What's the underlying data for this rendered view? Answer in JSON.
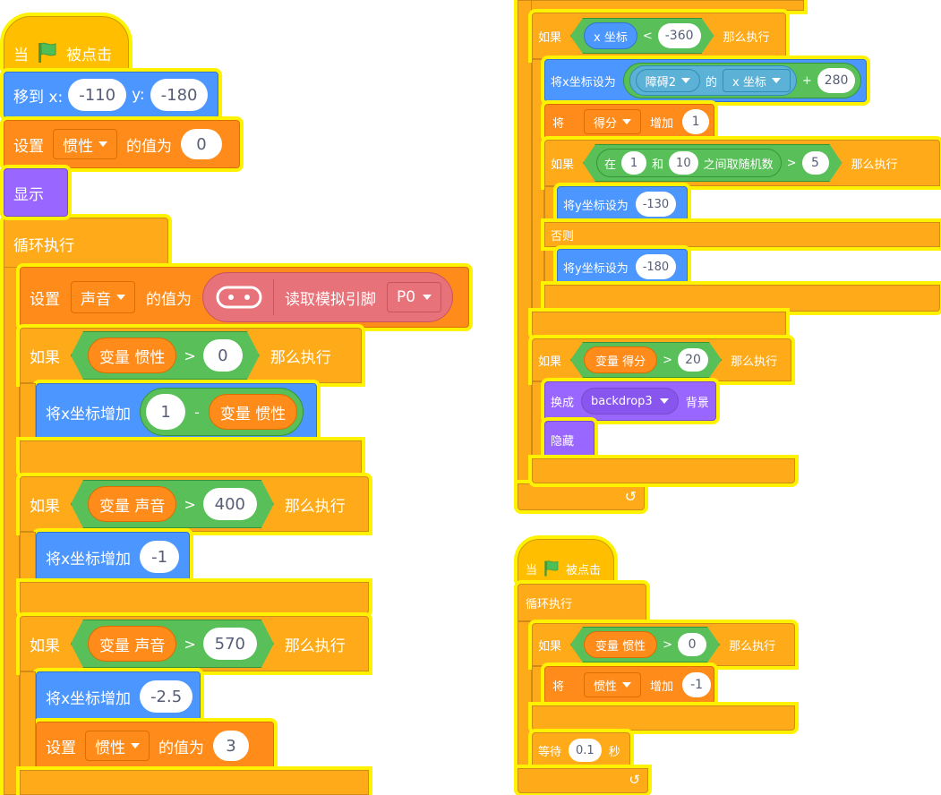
{
  "script1": {
    "hat_when": "当",
    "hat_clicked": "被点击",
    "goto_label": "移到 x:",
    "goto_x": "-110",
    "goto_y_label": "y:",
    "goto_y": "-180",
    "set_label": "设置",
    "set_var": "惯性",
    "set_value_label": "的值为",
    "set_value": "0",
    "show_label": "显示",
    "forever_label": "循环执行",
    "set_sound_label": "设置",
    "set_sound_var": "声音",
    "set_sound_value_label": "的值为",
    "read_analog_label": "读取模拟引脚",
    "read_analog_pin": "P0",
    "if1_label": "如果",
    "if1_left": "变量 惯性",
    "if1_op": ">",
    "if1_right": "0",
    "if1_then": "那么执行",
    "change_x1_label": "将x坐标增加",
    "change_x1_a": "1",
    "change_x1_op": "-",
    "change_x1_b": "变量 惯性",
    "if2_label": "如果",
    "if2_left": "变量 声音",
    "if2_op": ">",
    "if2_right": "400",
    "if2_then": "那么执行",
    "change_x2_label": "将x坐标增加",
    "change_x2_val": "-1",
    "if3_label": "如果",
    "if3_left": "变量 声音",
    "if3_op": ">",
    "if3_right": "570",
    "if3_then": "那么执行",
    "change_x3_label": "将x坐标增加",
    "change_x3_val": "-2.5",
    "set3_label": "设置",
    "set3_var": "惯性",
    "set3_value_label": "的值为",
    "set3_value": "3"
  },
  "script2": {
    "if_a_label": "如果",
    "if_a_left": "x 坐标",
    "if_a_op": "<",
    "if_a_right": "-360",
    "if_a_then": "那么执行",
    "setx_label": "将x坐标设为",
    "setx_sprite": "障碍2",
    "setx_of": "的",
    "setx_prop": "x 坐标",
    "setx_plus": "+",
    "setx_add": "280",
    "change_score_label": "将",
    "change_score_var": "得分",
    "change_score_by": "增加",
    "change_score_val": "1",
    "if_b_label": "如果",
    "if_b_in": "在",
    "if_b_from": "1",
    "if_b_and": "和",
    "if_b_to": "10",
    "if_b_rand": "之间取随机数",
    "if_b_op": ">",
    "if_b_right": "5",
    "if_b_then": "那么执行",
    "sety1_label": "将y坐标设为",
    "sety1_val": "-130",
    "else_label": "否则",
    "sety2_label": "将y坐标设为",
    "sety2_val": "-180",
    "if_c_label": "如果",
    "if_c_left": "变量 得分",
    "if_c_op": ">",
    "if_c_right": "20",
    "if_c_then": "那么执行",
    "switch_label": "换成",
    "switch_backdrop": "backdrop3",
    "switch_suffix": "背景",
    "hide_label": "隐藏",
    "loop_arrow": "↺"
  },
  "script3": {
    "hat_when": "当",
    "hat_clicked": "被点击",
    "forever_label": "循环执行",
    "if_label": "如果",
    "if_left": "变量 惯性",
    "if_op": ">",
    "if_right": "0",
    "if_then": "那么执行",
    "change_label": "将",
    "change_var": "惯性",
    "change_by": "增加",
    "change_val": "-1",
    "wait_label": "等待",
    "wait_val": "0.1",
    "wait_unit": "秒",
    "loop_arrow": "↺"
  },
  "colors": {
    "events": "#FFBF00",
    "control": "#FFAB19",
    "motion": "#4C97FF",
    "looks": "#9966FF",
    "variables": "#FF8C1A",
    "operators": "#59C059",
    "glow": "#FFF200"
  }
}
